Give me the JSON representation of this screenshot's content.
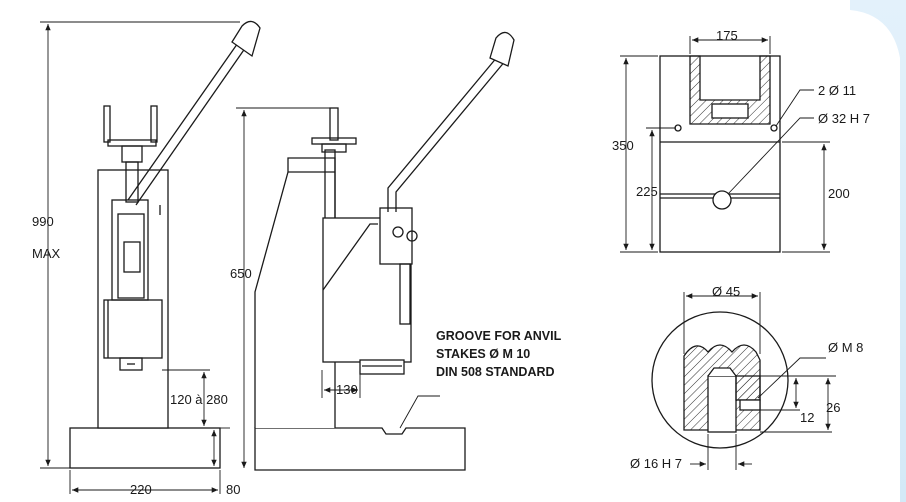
{
  "colors": {
    "background": "#ffffff",
    "accent_panel": "#d6eaf8",
    "line": "#1a1a1a",
    "hatch": "#333333"
  },
  "front_view": {
    "height_max_value": "990",
    "height_max_unit": "MAX",
    "base_width": "220",
    "base_height": "80",
    "stroke_range": "120 à 280"
  },
  "side_view": {
    "column_height": "650",
    "throat_depth": "130",
    "note_line1": "GROOVE FOR ANVIL",
    "note_line2": "STAKES Ø M 10",
    "note_line3": "DIN 508 STANDARD"
  },
  "plate_view": {
    "width_top": "175",
    "height_total": "350",
    "height_left": "225",
    "height_right": "200",
    "holes_label": "2 Ø 11",
    "bore_label": "Ø  32  H 7"
  },
  "detail_view": {
    "diameter_top": "Ø 45",
    "thread_label": "Ø M 8",
    "dim_12": "12",
    "dim_26": "26",
    "bore_label": "Ø 16 H 7"
  }
}
